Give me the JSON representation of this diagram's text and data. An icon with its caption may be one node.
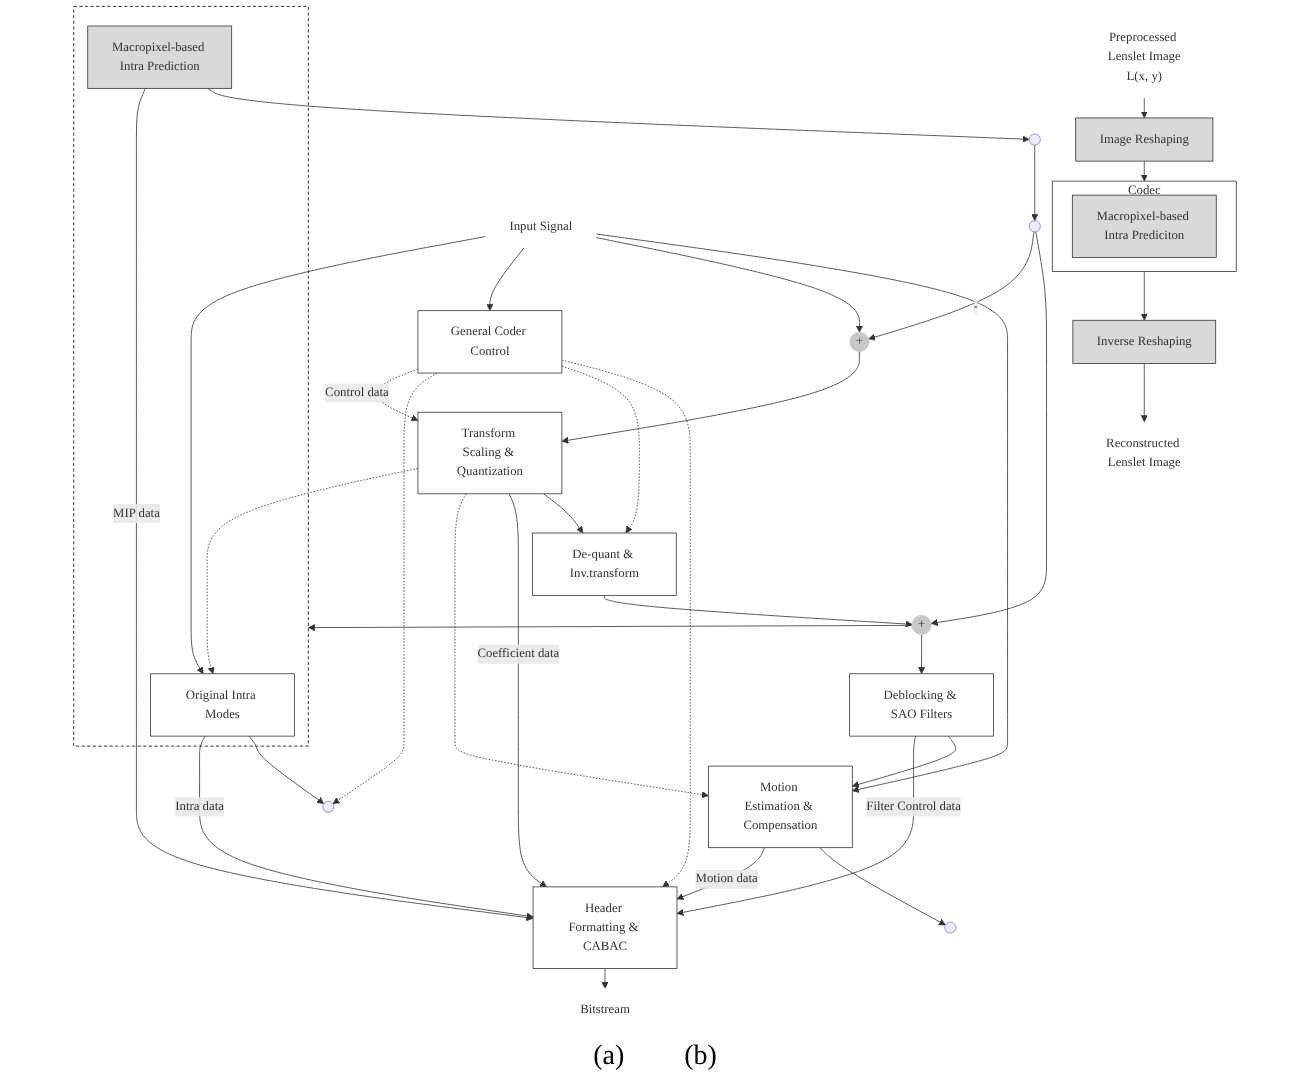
{
  "diagram": {
    "nodes": [
      {
        "text": [
          "Preprocessed Lenslet Image"
        ],
        "beside": [
          "L(x, y)"
        ]
      },
      {
        "text": [
          "Image Reshaping"
        ]
      },
      {
        "text": [
          "Codec"
        ]
      },
      {
        "text": [
          "Macropixel-based Intra Prediciton"
        ],
        "in": 2
      },
      {
        "text": [
          "Inverse Reshaping"
        ]
      },
      {
        "text": [
          "Reconstructed Lenslet Image"
        ]
      },
      {
        "text": [
          "General Coder Control"
        ]
      },
      {
        "text": [
          "Input Signal"
        ]
      },
      {
        "text": [
          "+"
        ]
      },
      {
        "text": [
          "Transform Scaling & Quantization"
        ]
      },
      {
        "text": [
          "De-quant & Inv.transform"
        ]
      },
      {
        "text": [
          "Header Formatting & CABAC"
        ]
      },
      {
        "text": [
          "Bitstream"
        ]
      },
      {
        "text": [
          "+"
        ]
      },
      {
        "text": [],
        "shape": "box"
      },
      {
        "text": [
          "Original Intra Modes"
        ],
        "in": 14
      },
      {
        "text": [
          "Macropixel-based Intra Prediction"
        ],
        "in": 14
      },
      {
        "text": [
          "Motion Estimation & Compensation"
        ]
      },
      {
        "text": [
          "Deblocking & SAO Filters"
        ]
      },
      {
        "text": [],
        "shape": "circle"
      },
      {
        "text": [],
        "shape": "circle"
      },
      {
        "text": [],
        "shape": "circle"
      },
      {
        "text": [],
        "shape": "circle"
      }
    ],
    "edges": [
      {
        "from": 0,
        "to": 1,
        "arrow": "to"
      },
      {
        "from": 1,
        "to": 2,
        "arrow": "to"
      },
      {
        "from": 2,
        "to": 4,
        "arrow": "to"
      },
      {
        "from": 4,
        "to": 5,
        "arrow": "to"
      },
      {
        "from": 7,
        "to": 6,
        "arrow": "to"
      },
      {
        "from": 7,
        "to": 8,
        "arrow": "to"
      },
      {
        "from": 7,
        "to": 15,
        "arrow": "to"
      },
      {
        "from": 7,
        "to": 17,
        "arrow": "to"
      },
      {
        "from": 8,
        "to": 9,
        "arrow": "to"
      },
      {
        "from": 6,
        "to": 9,
        "arrow": "to",
        "style": "dashed",
        "label": "Control data"
      },
      {
        "from": 9,
        "to": 15,
        "arrow": "to",
        "style": "dashed"
      },
      {
        "from": 9,
        "to": 17,
        "arrow": "to",
        "style": "dashed"
      },
      {
        "from": 6,
        "to": 19,
        "arrow": "to",
        "style": "dashed"
      },
      {
        "from": 6,
        "to": 10,
        "arrow": "to",
        "style": "dashed"
      },
      {
        "from": 6,
        "to": 11,
        "arrow": "to",
        "style": "dashed"
      },
      {
        "from": 9,
        "to": 11,
        "arrow": "to",
        "label": "Coefficient data"
      },
      {
        "from": 9,
        "to": 10,
        "arrow": "to"
      },
      {
        "from": 10,
        "to": 13,
        "arrow": "to"
      },
      {
        "from": 13,
        "to": 18,
        "arrow": "to"
      },
      {
        "from": 13,
        "to": 14,
        "arrow": "to"
      },
      {
        "from": 15,
        "to": 11,
        "arrow": "to",
        "label": "Intra data"
      },
      {
        "from": 16,
        "to": 11,
        "arrow": "to",
        "label": "MIP data"
      },
      {
        "from": 18,
        "to": 11,
        "arrow": "to",
        "label": "Filter Control data"
      },
      {
        "from": 17,
        "to": 11,
        "arrow": "to",
        "label": "Motion data"
      },
      {
        "from": 18,
        "to": 17,
        "arrow": "to"
      },
      {
        "from": 15,
        "to": 19,
        "arrow": "to"
      },
      {
        "from": 16,
        "to": 20,
        "arrow": "to"
      },
      {
        "from": 17,
        "to": 21,
        "arrow": "to"
      },
      {
        "from": 20,
        "to": 22,
        "arrow": "to"
      },
      {
        "from": 22,
        "to": 8,
        "arrow": "to",
        "label": "-"
      },
      {
        "from": 22,
        "to": 13,
        "arrow": "to"
      },
      {
        "from": 11,
        "to": 12,
        "arrow": "to"
      }
    ],
    "labels": [
      "(a)",
      "(b)"
    ]
  }
}
